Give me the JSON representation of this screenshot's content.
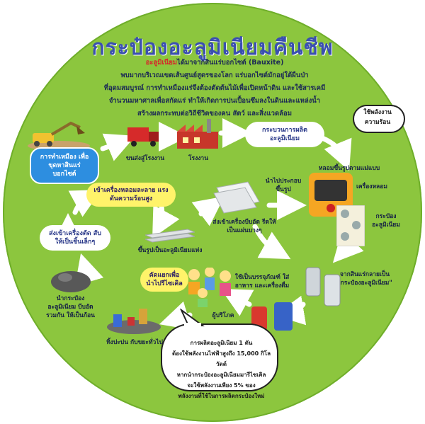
{
  "title": "กระป๋องอะลูมิเนียมคืนชีพ",
  "intro": {
    "highlight": "อะลูมิเนียม",
    "line1_rest": "ได้มาจากสินแร่บอกไซต์ (Bauxite)",
    "line2": "พบมากบริเวณเขตเส้นศูนย์สูตรของโลก แร่บอกไซต์มักอยู่ใต้ผืนป่า",
    "line3": "ที่อุดมสมบูรณ์ การทำเหมืองแร่จึงต้องตัดต้นไม้เพื่อเปิดหน้าดิน และใช้สารเคมี",
    "line4": "จำนวนมหาศาลเพื่อสกัดแร่ ทำให้เกิดการปนเปื้อนซึมลงในดินและแหล่งน้ำ",
    "line5": "สร้างผลกระทบต่อวิถีชีวิตของคน สัตว์ และสิ่งแวดล้อม"
  },
  "steps": {
    "mining": "การทำเหมือง เพื่อขุดหาสินแร่ บอกไซต์",
    "transport": "ขนส่งสู่โรงงาน",
    "factory": "โรงงาน",
    "production": "กระบวนการผลิต อะลูมิเนียม",
    "energy_note": "ใช้พลังงาน ความร้อน",
    "sheets_to_factory": "นำไปประกอบ ขึ้นรูป",
    "mold_cast": "หลอมขึ้นรูปตามแม่แบบ",
    "melter": "เครื่องหลอม",
    "cans_label": "กระป๋อง อะลูมิเนียม",
    "from_ore_to_can": "จากสินแร่กลายเป็น \"กระป๋องอะลูมิเนียม\"",
    "containers": "ใช้เป็นบรรจุภัณฑ์ ใส่อาหาร และเครื่องดื่ม",
    "consumers": "ผู้บริโภค",
    "sort_recycle": "คัดแยกเพื่อ นำไปรีไซเคิล",
    "throw_away": "ทิ้งปะปน กับขยะทั่วไป",
    "compress": "นำกระป๋อง อะลูมิเนียม บีบอัดรวมกัน ให้เป็นก้อน",
    "shred": "ส่งเข้าเครื่องตัด สับให้เป็นชิ้นเล็กๆ",
    "remelt": "เข้าเครื่องหลอมละลาย แรงดันความร้อนสูง",
    "ingots": "ขึ้นรูปเป็นอะลูมิเนียมแท่ง",
    "roll_sheets": "ส่งเข้าเครื่องบีบอัด รีดให้เป็นแผ่นบางๆ"
  },
  "energy_fact": {
    "line1": "การผลิตอะลูมิเนียม 1 ตัน",
    "line2": "ต้องใช้พลังงานไฟฟ้าสูงถึง 15,000 กิโลวัตต์",
    "line3": "หากนำกระป๋องอะลูมิเนียมมารีไซเคิล",
    "line4": "จะใช้พลังงานเพียง 5% ของ",
    "line5": "พลังงานที่ใช้ในการผลิตกระป๋องใหม่"
  },
  "colors": {
    "background_circle": "#8cc63e",
    "title": "#3a4fb0",
    "highlight": "#d8232a",
    "arrow": "#ffffff",
    "pill_yellow": "#fff36a",
    "box_blue": "#2d8ee0"
  }
}
